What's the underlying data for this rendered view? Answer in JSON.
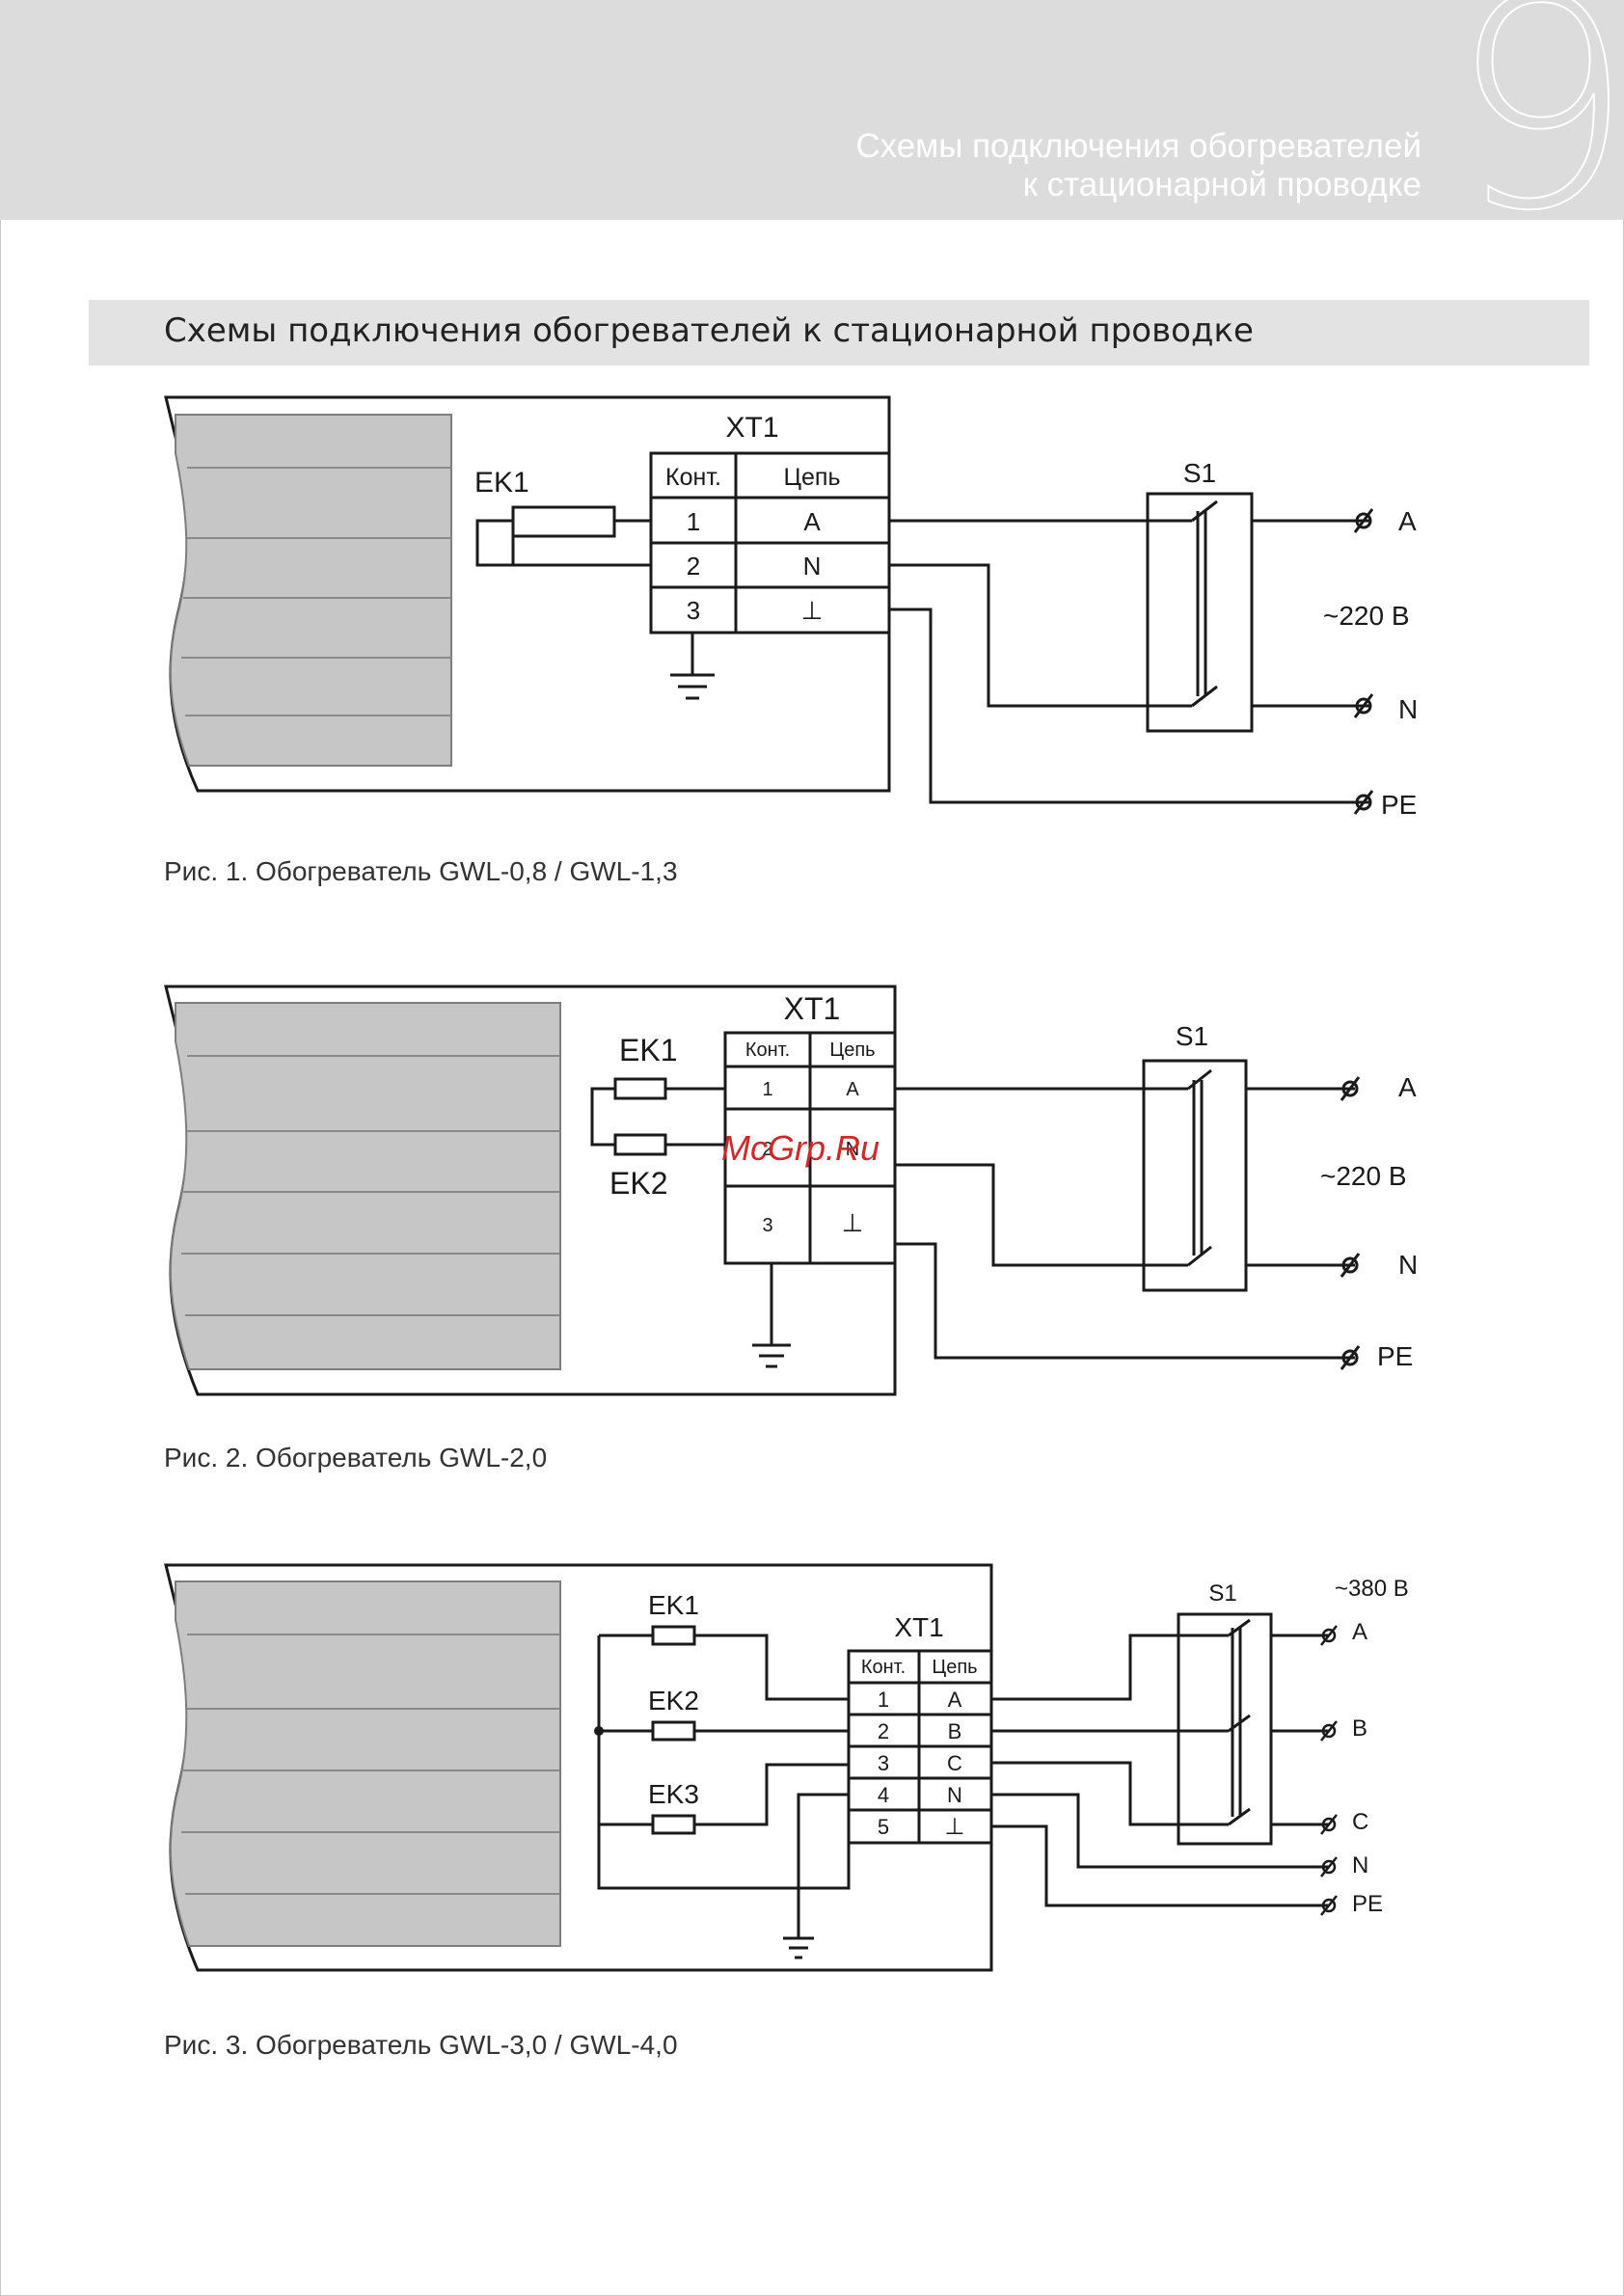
{
  "header": {
    "chapter_number": "9",
    "title_line1": "Схемы подключения обогревателей",
    "title_line2": "к стационарной проводке"
  },
  "section_title": "Схемы подключения обогревателей к стационарной проводке",
  "figures": [
    {
      "caption": "Рис. 1. Обогреватель GWL-0,8 / GWL-1,3",
      "block_label": "XT1",
      "table_headers": [
        "Конт.",
        "Цепь"
      ],
      "table_rows": [
        [
          "1",
          "A"
        ],
        [
          "2",
          "N"
        ],
        [
          "3",
          "⊥"
        ]
      ],
      "heater_labels": [
        "EK1"
      ],
      "switch_label": "S1",
      "voltage": "~220 В",
      "terminals": [
        "A",
        "N",
        "PE"
      ]
    },
    {
      "caption": "Рис. 2. Обогреватель GWL-2,0",
      "block_label": "XT1",
      "table_headers": [
        "Конт.",
        "Цепь"
      ],
      "table_rows": [
        [
          "1",
          "A"
        ],
        [
          "2",
          "N"
        ],
        [
          "3",
          "⊥"
        ]
      ],
      "heater_labels": [
        "EK1",
        "EK2"
      ],
      "switch_label": "S1",
      "voltage": "~220 В",
      "terminals": [
        "A",
        "N",
        "PE"
      ]
    },
    {
      "caption": "Рис. 3. Обогреватель GWL-3,0 / GWL-4,0",
      "block_label": "XT1",
      "table_headers": [
        "Конт.",
        "Цепь"
      ],
      "table_rows": [
        [
          "1",
          "A"
        ],
        [
          "2",
          "B"
        ],
        [
          "3",
          "C"
        ],
        [
          "4",
          "N"
        ],
        [
          "5",
          "⊥"
        ]
      ],
      "heater_labels": [
        "EK1",
        "EK2",
        "EK3"
      ],
      "switch_label": "S1",
      "voltage": "~380 В",
      "terminals": [
        "A",
        "B",
        "C",
        "N",
        "PE"
      ]
    }
  ],
  "watermark": "McGrp.Ru"
}
